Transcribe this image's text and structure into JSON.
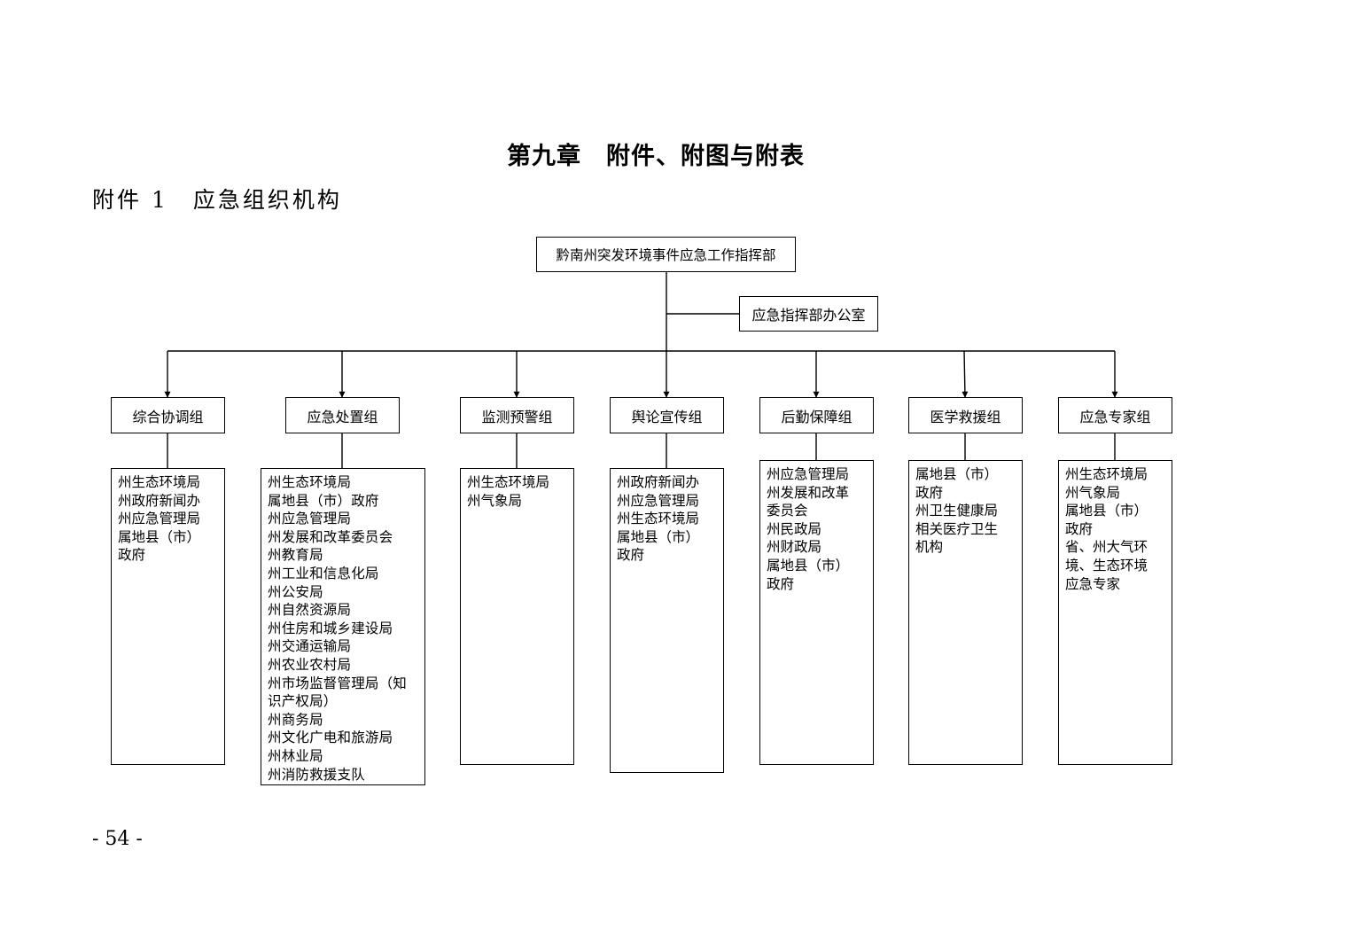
{
  "chapter_title": "第九章　附件、附图与附表",
  "annex_title": "附件 1　应急组织机构",
  "page_number": "- 54 -",
  "org_chart": {
    "headquarters": "黔南州突发环境事件应急工作指挥部",
    "office": "应急指挥部办公室",
    "groups": [
      {
        "name": "综合协调组",
        "members": [
          "州生态环境局",
          "州政府新闻办",
          "州应急管理局",
          "属地县（市）",
          "政府"
        ]
      },
      {
        "name": "应急处置组",
        "members": [
          "州生态环境局",
          "属地县（市）政府",
          "州应急管理局",
          "州发展和改革委员会",
          "州教育局",
          "州工业和信息化局",
          "州公安局",
          "州自然资源局",
          "州住房和城乡建设局",
          "州交通运输局",
          "州农业农村局",
          "州市场监督管理局（知",
          "识产权局）",
          "州商务局",
          "州文化广电和旅游局",
          "州林业局",
          "州消防救援支队"
        ]
      },
      {
        "name": "监测预警组",
        "members": [
          "州生态环境局",
          "州气象局"
        ]
      },
      {
        "name": "舆论宣传组",
        "members": [
          "州政府新闻办",
          "州应急管理局",
          "州生态环境局",
          "属地县（市）",
          "政府"
        ]
      },
      {
        "name": "后勤保障组",
        "members": [
          "州应急管理局",
          "州发展和改革",
          "委员会",
          "州民政局",
          "州财政局",
          "属地县（市）",
          "政府"
        ]
      },
      {
        "name": "医学救援组",
        "members": [
          "属地县（市）",
          "政府",
          "州卫生健康局",
          "相关医疗卫生",
          "机构"
        ]
      },
      {
        "name": "应急专家组",
        "members": [
          "州生态环境局",
          "州气象局",
          "属地县（市）",
          "政府",
          "省、州大气环",
          "境、生态环境",
          "应急专家"
        ]
      }
    ]
  }
}
